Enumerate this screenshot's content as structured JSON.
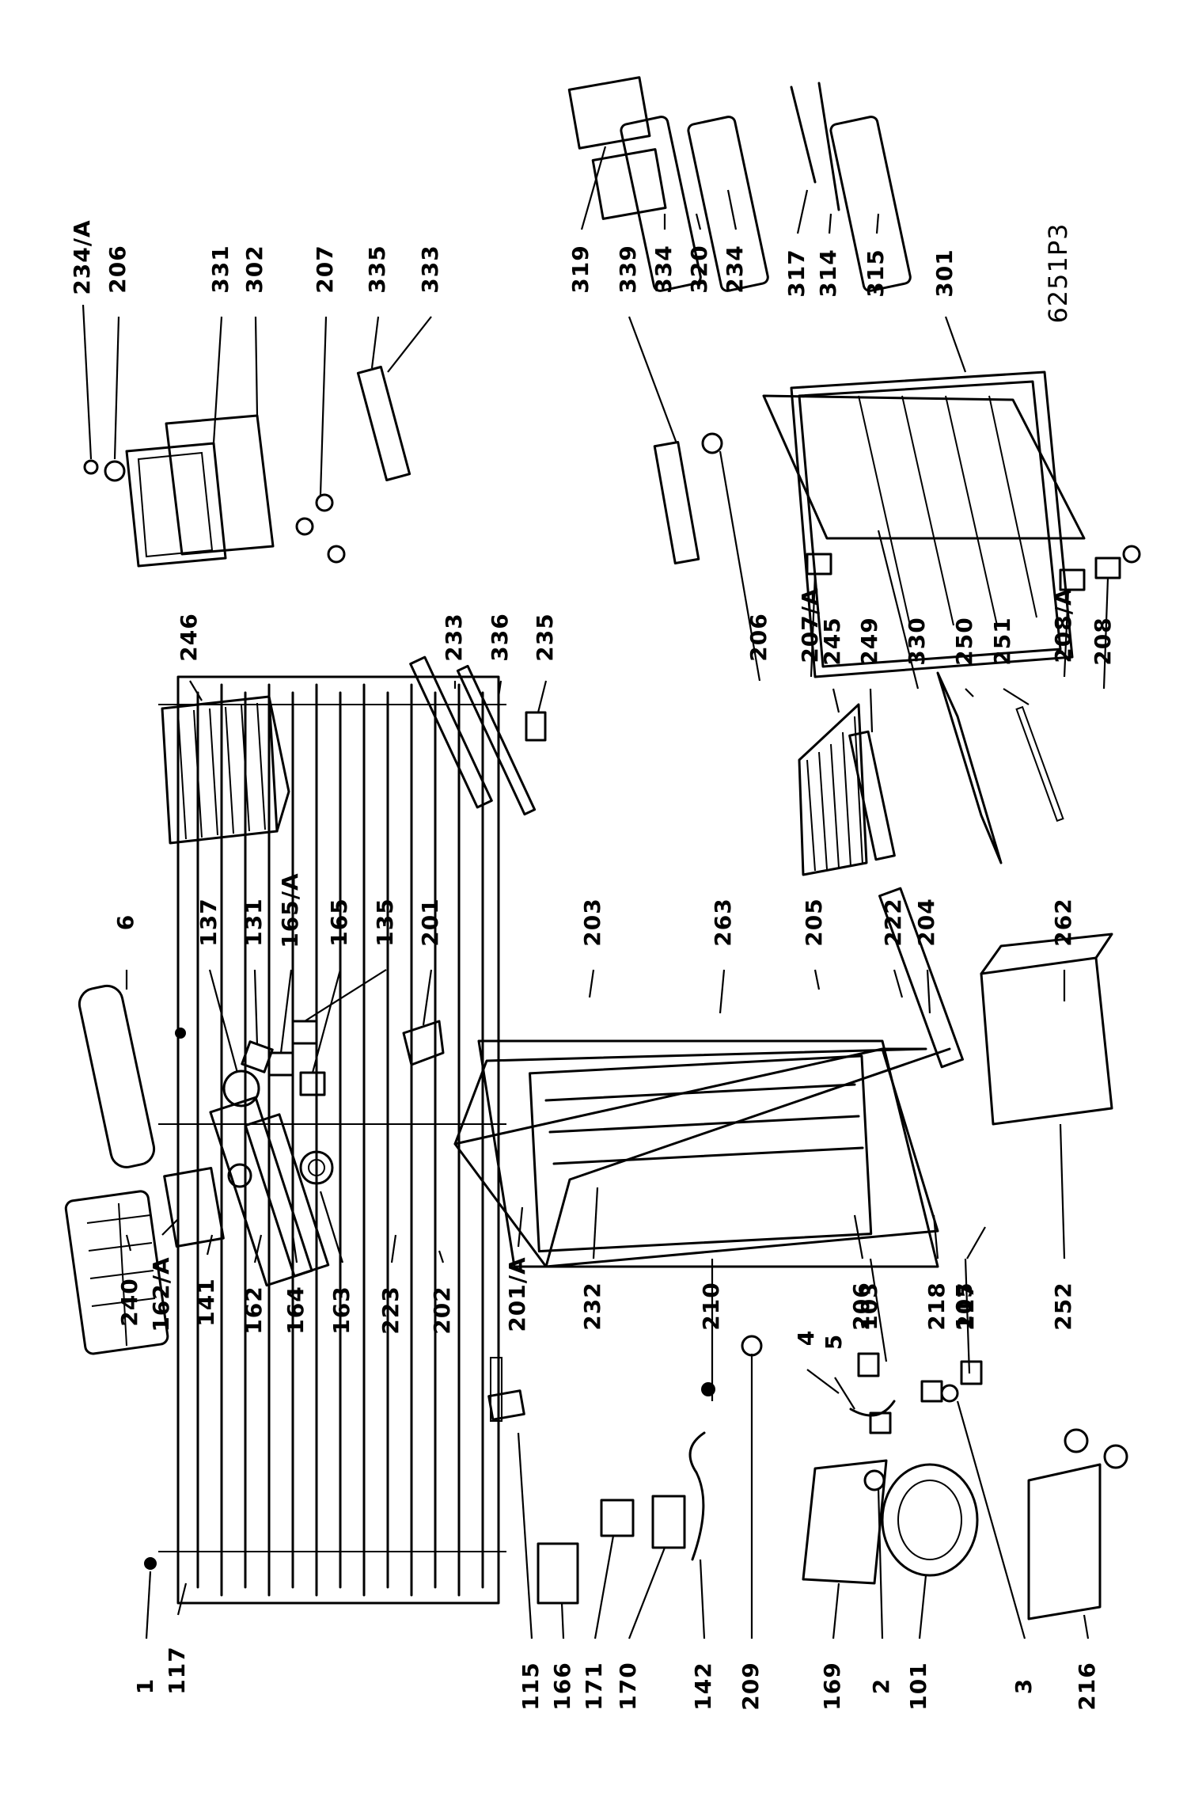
{
  "diagram_code": "6251P3",
  "labels": [
    {
      "id": "1",
      "text": "1"
    },
    {
      "id": "117",
      "text": "117"
    },
    {
      "id": "240",
      "text": "240"
    },
    {
      "id": "162A",
      "text": "162/A"
    },
    {
      "id": "141",
      "text": "141"
    },
    {
      "id": "162",
      "text": "162"
    },
    {
      "id": "164",
      "text": "164"
    },
    {
      "id": "163",
      "text": "163"
    },
    {
      "id": "223",
      "text": "223"
    },
    {
      "id": "202",
      "text": "202"
    },
    {
      "id": "201A",
      "text": "201/A"
    },
    {
      "id": "232",
      "text": "232"
    },
    {
      "id": "206a",
      "text": "206"
    },
    {
      "id": "218",
      "text": "218"
    },
    {
      "id": "217",
      "text": "217"
    },
    {
      "id": "252",
      "text": "252"
    },
    {
      "id": "210",
      "text": "210"
    },
    {
      "id": "4",
      "text": "4"
    },
    {
      "id": "5",
      "text": "5"
    },
    {
      "id": "103",
      "text": "103"
    },
    {
      "id": "105",
      "text": "105"
    },
    {
      "id": "115",
      "text": "115"
    },
    {
      "id": "166",
      "text": "166"
    },
    {
      "id": "171",
      "text": "171"
    },
    {
      "id": "170",
      "text": "170"
    },
    {
      "id": "142",
      "text": "142"
    },
    {
      "id": "209",
      "text": "209"
    },
    {
      "id": "169",
      "text": "169"
    },
    {
      "id": "2",
      "text": "2"
    },
    {
      "id": "101",
      "text": "101"
    },
    {
      "id": "3",
      "text": "3"
    },
    {
      "id": "216",
      "text": "216"
    },
    {
      "id": "6",
      "text": "6"
    },
    {
      "id": "137",
      "text": "137"
    },
    {
      "id": "131",
      "text": "131"
    },
    {
      "id": "165A",
      "text": "165/A"
    },
    {
      "id": "165",
      "text": "165"
    },
    {
      "id": "135",
      "text": "135"
    },
    {
      "id": "201",
      "text": "201"
    },
    {
      "id": "203",
      "text": "203"
    },
    {
      "id": "263",
      "text": "263"
    },
    {
      "id": "205",
      "text": "205"
    },
    {
      "id": "222",
      "text": "222"
    },
    {
      "id": "204",
      "text": "204"
    },
    {
      "id": "262",
      "text": "262"
    },
    {
      "id": "246",
      "text": "246"
    },
    {
      "id": "233",
      "text": "233"
    },
    {
      "id": "336",
      "text": "336"
    },
    {
      "id": "235",
      "text": "235"
    },
    {
      "id": "206b",
      "text": "206"
    },
    {
      "id": "207A",
      "text": "207/A"
    },
    {
      "id": "245",
      "text": "245"
    },
    {
      "id": "249",
      "text": "249"
    },
    {
      "id": "330",
      "text": "330"
    },
    {
      "id": "250",
      "text": "250"
    },
    {
      "id": "251",
      "text": "251"
    },
    {
      "id": "208A",
      "text": "208/A"
    },
    {
      "id": "208",
      "text": "208"
    },
    {
      "id": "234A",
      "text": "234/A"
    },
    {
      "id": "206c",
      "text": "206"
    },
    {
      "id": "331",
      "text": "331"
    },
    {
      "id": "302",
      "text": "302"
    },
    {
      "id": "207",
      "text": "207"
    },
    {
      "id": "335",
      "text": "335"
    },
    {
      "id": "333",
      "text": "333"
    },
    {
      "id": "319",
      "text": "319"
    },
    {
      "id": "339",
      "text": "339"
    },
    {
      "id": "334",
      "text": "334"
    },
    {
      "id": "320",
      "text": "320"
    },
    {
      "id": "234",
      "text": "234"
    },
    {
      "id": "317",
      "text": "317"
    },
    {
      "id": "314",
      "text": "314"
    },
    {
      "id": "315",
      "text": "315"
    },
    {
      "id": "301",
      "text": "301"
    }
  ]
}
